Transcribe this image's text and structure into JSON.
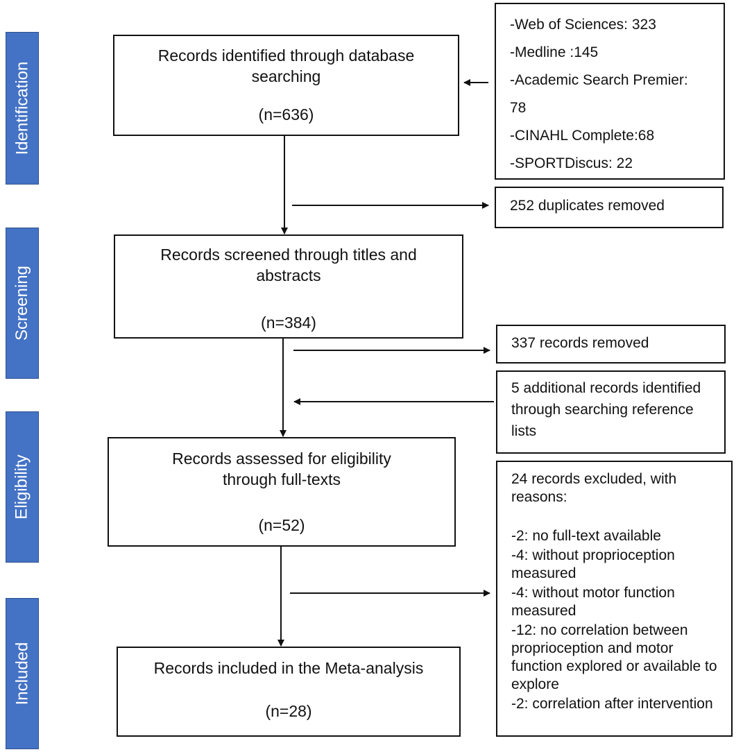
{
  "phases": {
    "identification": "Identification",
    "screening": "Screening",
    "eligibility": "Eligibility",
    "included": "Included"
  },
  "boxes": {
    "identified": {
      "title": "Records identified through database searching",
      "count": "(n=636)"
    },
    "screened": {
      "title": "Records screened through titles and abstracts",
      "count": "(n=384)"
    },
    "assessed": {
      "title": "Records assessed for eligibility through full-texts",
      "count": "(n=52)"
    },
    "included": {
      "title": "Records included in the Meta-analysis",
      "count": "(n=28)"
    }
  },
  "sources": {
    "wos": "-Web of Sciences: 323",
    "medline": "-Medline :145",
    "asp": "-Academic Search Premier:",
    "asp_n": "78",
    "cinahl": "-CINAHL Complete:68",
    "sport": "-SPORTDiscus: 22"
  },
  "duplicates": "252 duplicates removed",
  "removed": "337 records removed",
  "additional": "5 additional records identified through searching reference lists",
  "excluded": {
    "header": "24 records excluded, with reasons:",
    "r1": "-2: no full-text available",
    "r2": "-4: without proprioception measured",
    "r3": "-4: without motor function measured",
    "r4": "-12: no correlation between proprioception and motor function explored or available to explore",
    "r5": "-2: correlation after intervention"
  }
}
